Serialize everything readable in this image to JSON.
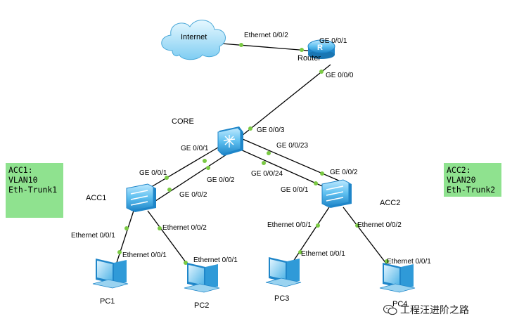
{
  "devices": {
    "internet": "Internet",
    "router": "Router",
    "core": "CORE",
    "acc1": "ACC1",
    "acc2": "ACC2",
    "pc1": "PC1",
    "pc2": "PC2",
    "pc3": "PC3",
    "pc4": "PC4"
  },
  "ports": {
    "internet_router_a": "Ethernet 0/0/2",
    "internet_router_b": "GE 0/0/1",
    "router_core_a": "GE 0/0/0",
    "router_core_b": "GE 0/0/3",
    "core_acc1_1": "GE 0/0/1",
    "core_acc1_2": "GE 0/0/2",
    "acc1_core_1": "GE 0/0/1",
    "acc1_core_2": "GE 0/0/2",
    "core_acc2_1": "GE 0/0/23",
    "core_acc2_2": "GE 0/0/24",
    "acc2_core_1": "GE 0/0/2",
    "acc2_core_2": "GE 0/0/1",
    "acc1_pc1": "Ethernet 0/0/1",
    "pc1_acc1": "Ethernet 0/0/1",
    "acc1_pc2": "Ethernet 0/0/2",
    "pc2_acc1": "Ethernet 0/0/1",
    "acc2_pc3": "Ethernet 0/0/1",
    "pc3_acc2": "Ethernet 0/0/1",
    "acc2_pc4": "Ethernet 0/0/2",
    "pc4_acc2": "Ethernet 0/0/1"
  },
  "notes": {
    "acc1": [
      "ACC1:",
      "VLAN10",
      "Eth-Trunk1"
    ],
    "acc2": [
      "ACC2:",
      "VLAN20",
      "Eth-Trunk2"
    ]
  },
  "watermark": "工程汪进阶之路",
  "colors": {
    "note_bg": "#8fe28f",
    "port_dot": "#7ac943",
    "link": "#000000",
    "device_blue": "#3aa7e6"
  },
  "icons": {
    "internet": "cloud-icon",
    "router": "router-icon",
    "core": "core-switch-icon",
    "access": "access-switch-icon",
    "pc": "pc-icon",
    "watermark": "wechat-icon"
  }
}
